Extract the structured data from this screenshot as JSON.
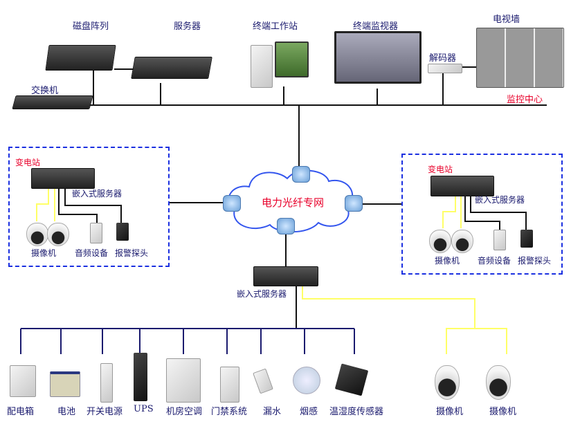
{
  "center": {
    "disk_array": "磁盘阵列",
    "server": "服务器",
    "workstation": "终端工作站",
    "monitor": "终端监视器",
    "tv_wall": "电视墙",
    "decoder": "解码器",
    "switch": "交换机",
    "title": "监控中心"
  },
  "network": {
    "label": "电力光纤专网"
  },
  "substation_left": {
    "title": "变电站",
    "server": "嵌入式服务器",
    "camera": "摄像机",
    "audio": "音频设备",
    "alarm": "报警探头"
  },
  "substation_right": {
    "title": "变电站",
    "server": "嵌入式服务器",
    "camera": "摄像机",
    "audio": "音频设备",
    "alarm": "报警探头"
  },
  "main_server": {
    "label": "嵌入式服务器"
  },
  "devices": [
    "配电箱",
    "电池",
    "开关电源",
    "UPS",
    "机房空调",
    "门禁系统",
    "漏水",
    "烟感",
    "温湿度传感器"
  ],
  "cameras": [
    "摄像机",
    "摄像机"
  ],
  "colors": {
    "label": "#1a1a6e",
    "accent": "#e8002a",
    "dashed_box": "#1a2fe0",
    "video_line": "#ffff66"
  }
}
